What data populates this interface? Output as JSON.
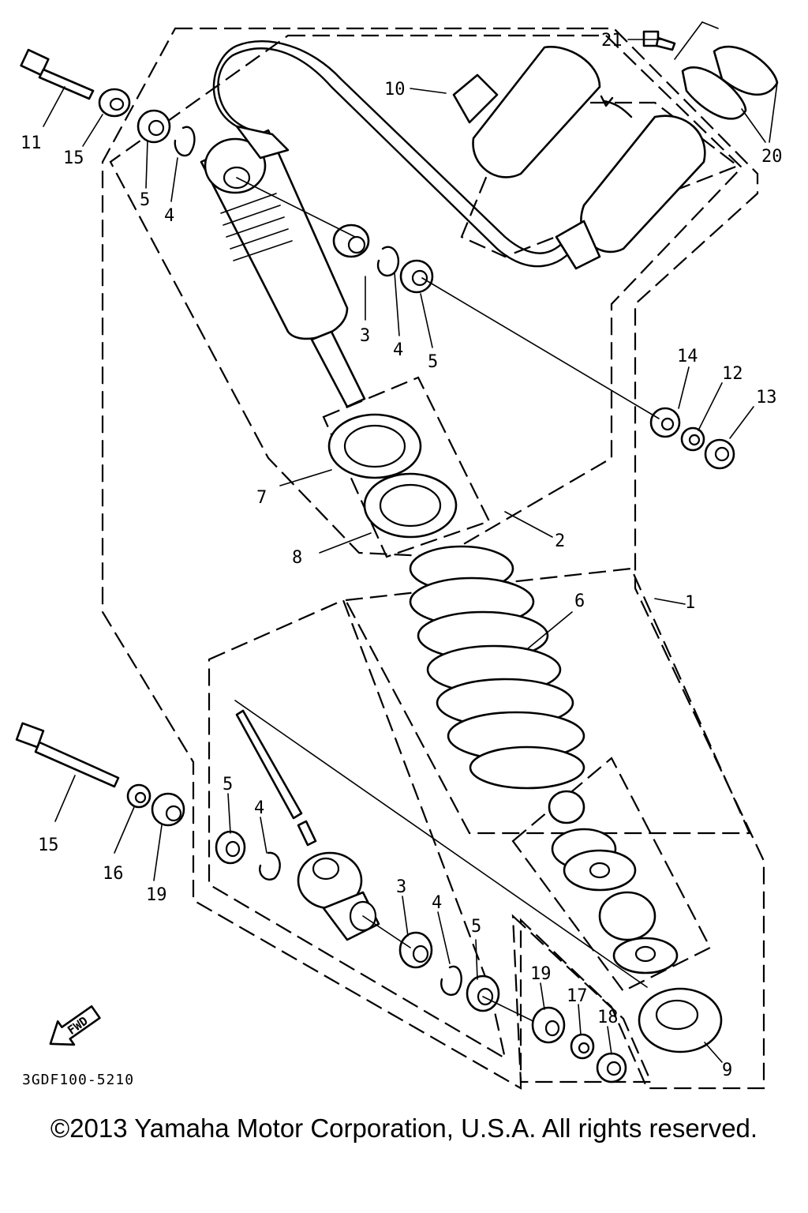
{
  "callouts": {
    "c1": "1",
    "c2": "2",
    "c3a": "3",
    "c3b": "3",
    "c4a": "4",
    "c4b": "4",
    "c4c": "4",
    "c5a": "5",
    "c5b": "5",
    "c5c": "5",
    "c5d": "5",
    "c6": "6",
    "c7": "7",
    "c8": "8",
    "c9": "9",
    "c10": "10",
    "c11": "11",
    "c12": "12",
    "c13": "13",
    "c14": "14",
    "c15a": "15",
    "c15b": "15",
    "c16": "16",
    "c17": "17",
    "c18": "18",
    "c19a": "19",
    "c19b": "19",
    "c20": "20",
    "c21": "21"
  },
  "fwd_label": "FWD",
  "diagram_code": "3GDF100-5210",
  "copyright": "©2013 Yamaha Motor Corporation, U.S.A. All rights reserved."
}
